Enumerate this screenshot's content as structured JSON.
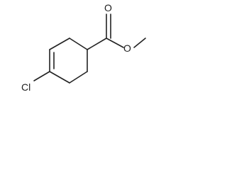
{
  "molecule": {
    "atoms": {
      "oxygen_carbonyl": "O",
      "oxygen_ester": "O",
      "chlorine": "Cl"
    }
  },
  "colors": {
    "bond": "#222222",
    "label": "#222222",
    "background": "#ffffff"
  }
}
